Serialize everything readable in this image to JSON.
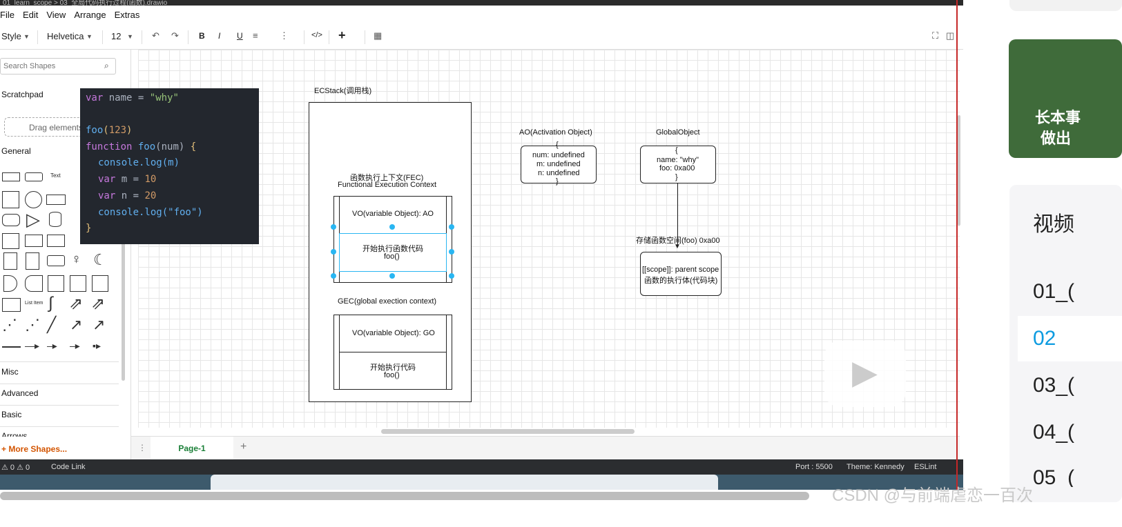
{
  "window": {
    "path_text": "01_learn_scope > 03_全局代码执行过程(函数).drawio"
  },
  "menu": [
    "File",
    "Edit",
    "View",
    "Arrange",
    "Extras"
  ],
  "toolbar": {
    "style": "Style",
    "font": "Helvetica",
    "size": "12",
    "bold": "B",
    "italic": "I",
    "underline": "U",
    "html": "</>",
    "plus": "+"
  },
  "sidebar": {
    "search_placeholder": "Search Shapes",
    "scratchpad": "Scratchpad",
    "drag_hint": "Drag elements h",
    "general": "General",
    "text_shape": "Text",
    "list_item": "List Item",
    "sections": [
      "Misc",
      "Advanced",
      "Basic",
      "Arrows"
    ],
    "more_shapes": "+ More Shapes..."
  },
  "code": {
    "line1": [
      "var",
      "name",
      "=",
      "\"why\""
    ],
    "line2": [
      "foo",
      "(",
      "123",
      ")"
    ],
    "line3": [
      "function",
      "foo",
      "(num)",
      "{"
    ],
    "line4": "console.log(m)",
    "line5": [
      "var",
      "m",
      "=",
      "10"
    ],
    "line6": [
      "var",
      "n",
      "=",
      "20"
    ],
    "line7": "console.log(\"foo\")",
    "line8": "}"
  },
  "diagram": {
    "ecstack_title": "ECStack(调用栈)",
    "fec_title1": "函数执行上下文(FEC)",
    "fec_title2": "Functional Execution Context",
    "fec_vo": "VO(variable Object): AO",
    "fec_run1": "开始执行函数代码",
    "fec_run2": "foo()",
    "gec_title": "GEC(global exection context)",
    "gec_vo": "VO(variable Object): GO",
    "gec_run1": "开始执行代码",
    "gec_run2": "foo()",
    "ao_title": "AO(Activation Object)",
    "ao_lines": [
      "{",
      "num: undefined",
      "m: undefined",
      "n: undefined",
      "}"
    ],
    "go_title": "GlobalObject",
    "go_lines": [
      "{",
      "name: \"why\"",
      "foo: 0xa00",
      "}"
    ],
    "fn_title": "存储函数空间(foo) 0xa00",
    "fn_line1": "[[scope]]: parent scope",
    "fn_line2": "函数的执行体(代码块)"
  },
  "tabs": {
    "page": "Page-1",
    "add": "+"
  },
  "status": {
    "problems": "⚠ 0  ⚠ 0",
    "codelink": "Code Link",
    "port": "Port : 5500",
    "theme": "Theme: Kennedy",
    "eslint": "ESLint"
  },
  "right": {
    "banner_text1": "长本事",
    "banner_text2": "做出",
    "list_header": "视频",
    "items": [
      "01_(",
      "02",
      "03_(",
      "04_(",
      "05_("
    ],
    "watermark": "CSDN @与前端虐恋一百次"
  }
}
